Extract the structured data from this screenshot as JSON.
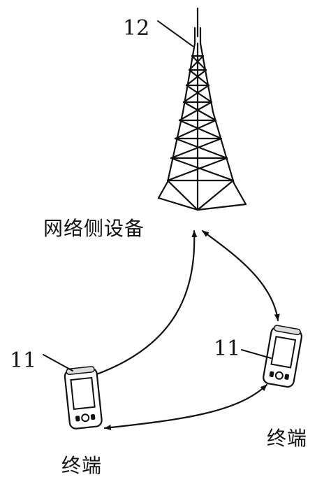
{
  "labels": {
    "tower_ref": "12",
    "network_device": "网络侧设备",
    "terminal_left_ref": "11",
    "terminal_right_ref": "11",
    "terminal_left_name": "终端",
    "terminal_right_name": "终端"
  }
}
